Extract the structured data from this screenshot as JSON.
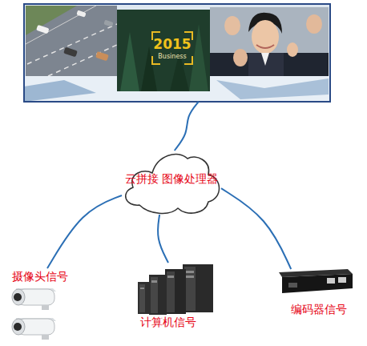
{
  "diagram": {
    "nodes": [
      {
        "text": [
          "2015",
          "Business"
        ]
      },
      {
        "text": [
          "云拼接 图像处理器"
        ]
      },
      {
        "text": [
          "摄像头信号"
        ]
      },
      {
        "text": [
          "计算机信号"
        ]
      },
      {
        "text": [
          "编码器信号"
        ]
      }
    ],
    "edges": [
      {
        "from": 1,
        "to": 0,
        "arrow": "none"
      },
      {
        "from": 1,
        "to": 2,
        "arrow": "none"
      },
      {
        "from": 1,
        "to": 3,
        "arrow": "none"
      },
      {
        "from": 1,
        "to": 4,
        "arrow": "none"
      }
    ]
  }
}
